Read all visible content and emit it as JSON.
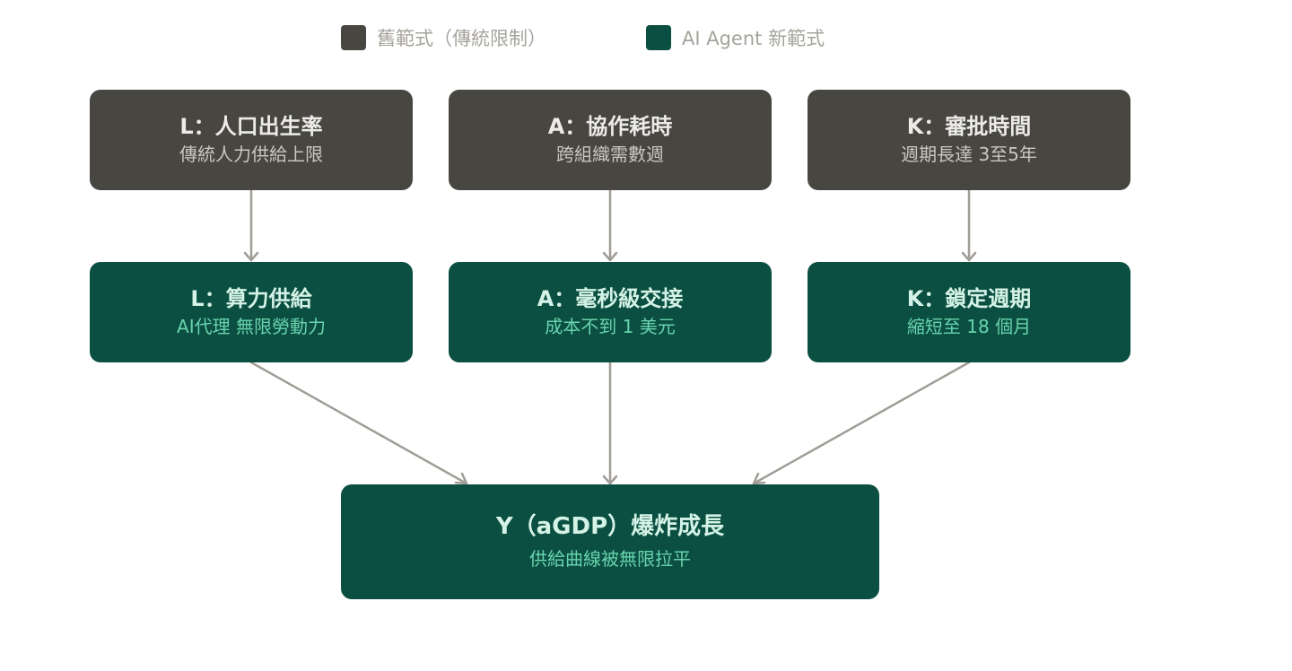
{
  "legend": {
    "old_label": "舊範式（傳統限制）",
    "new_label": "AI Agent 新範式",
    "old_color": "#474641",
    "new_color": "#0a4f41"
  },
  "old_row": [
    {
      "title": "L：人口出生率",
      "subtitle": "傳統人力供給上限"
    },
    {
      "title": "A：協作耗時",
      "subtitle": "跨組織需數週"
    },
    {
      "title": "K：審批時間",
      "subtitle": "週期長達 3至5年"
    }
  ],
  "new_row": [
    {
      "title": "L：算力供給",
      "subtitle": "AI代理 無限勞動力"
    },
    {
      "title": "A：毫秒級交接",
      "subtitle": "成本不到 1 美元"
    },
    {
      "title": "K：鎖定週期",
      "subtitle": "縮短至 18 個月"
    }
  ],
  "result": {
    "title": "Y（aGDP）爆炸成長",
    "subtitle": "供給曲線被無限拉平"
  },
  "colors": {
    "connector": "#a09d97",
    "old_title": "#ecebe7",
    "old_subtitle": "#c9c7c1",
    "new_title": "#d4f2e6",
    "new_subtitle": "#69d3ad"
  }
}
